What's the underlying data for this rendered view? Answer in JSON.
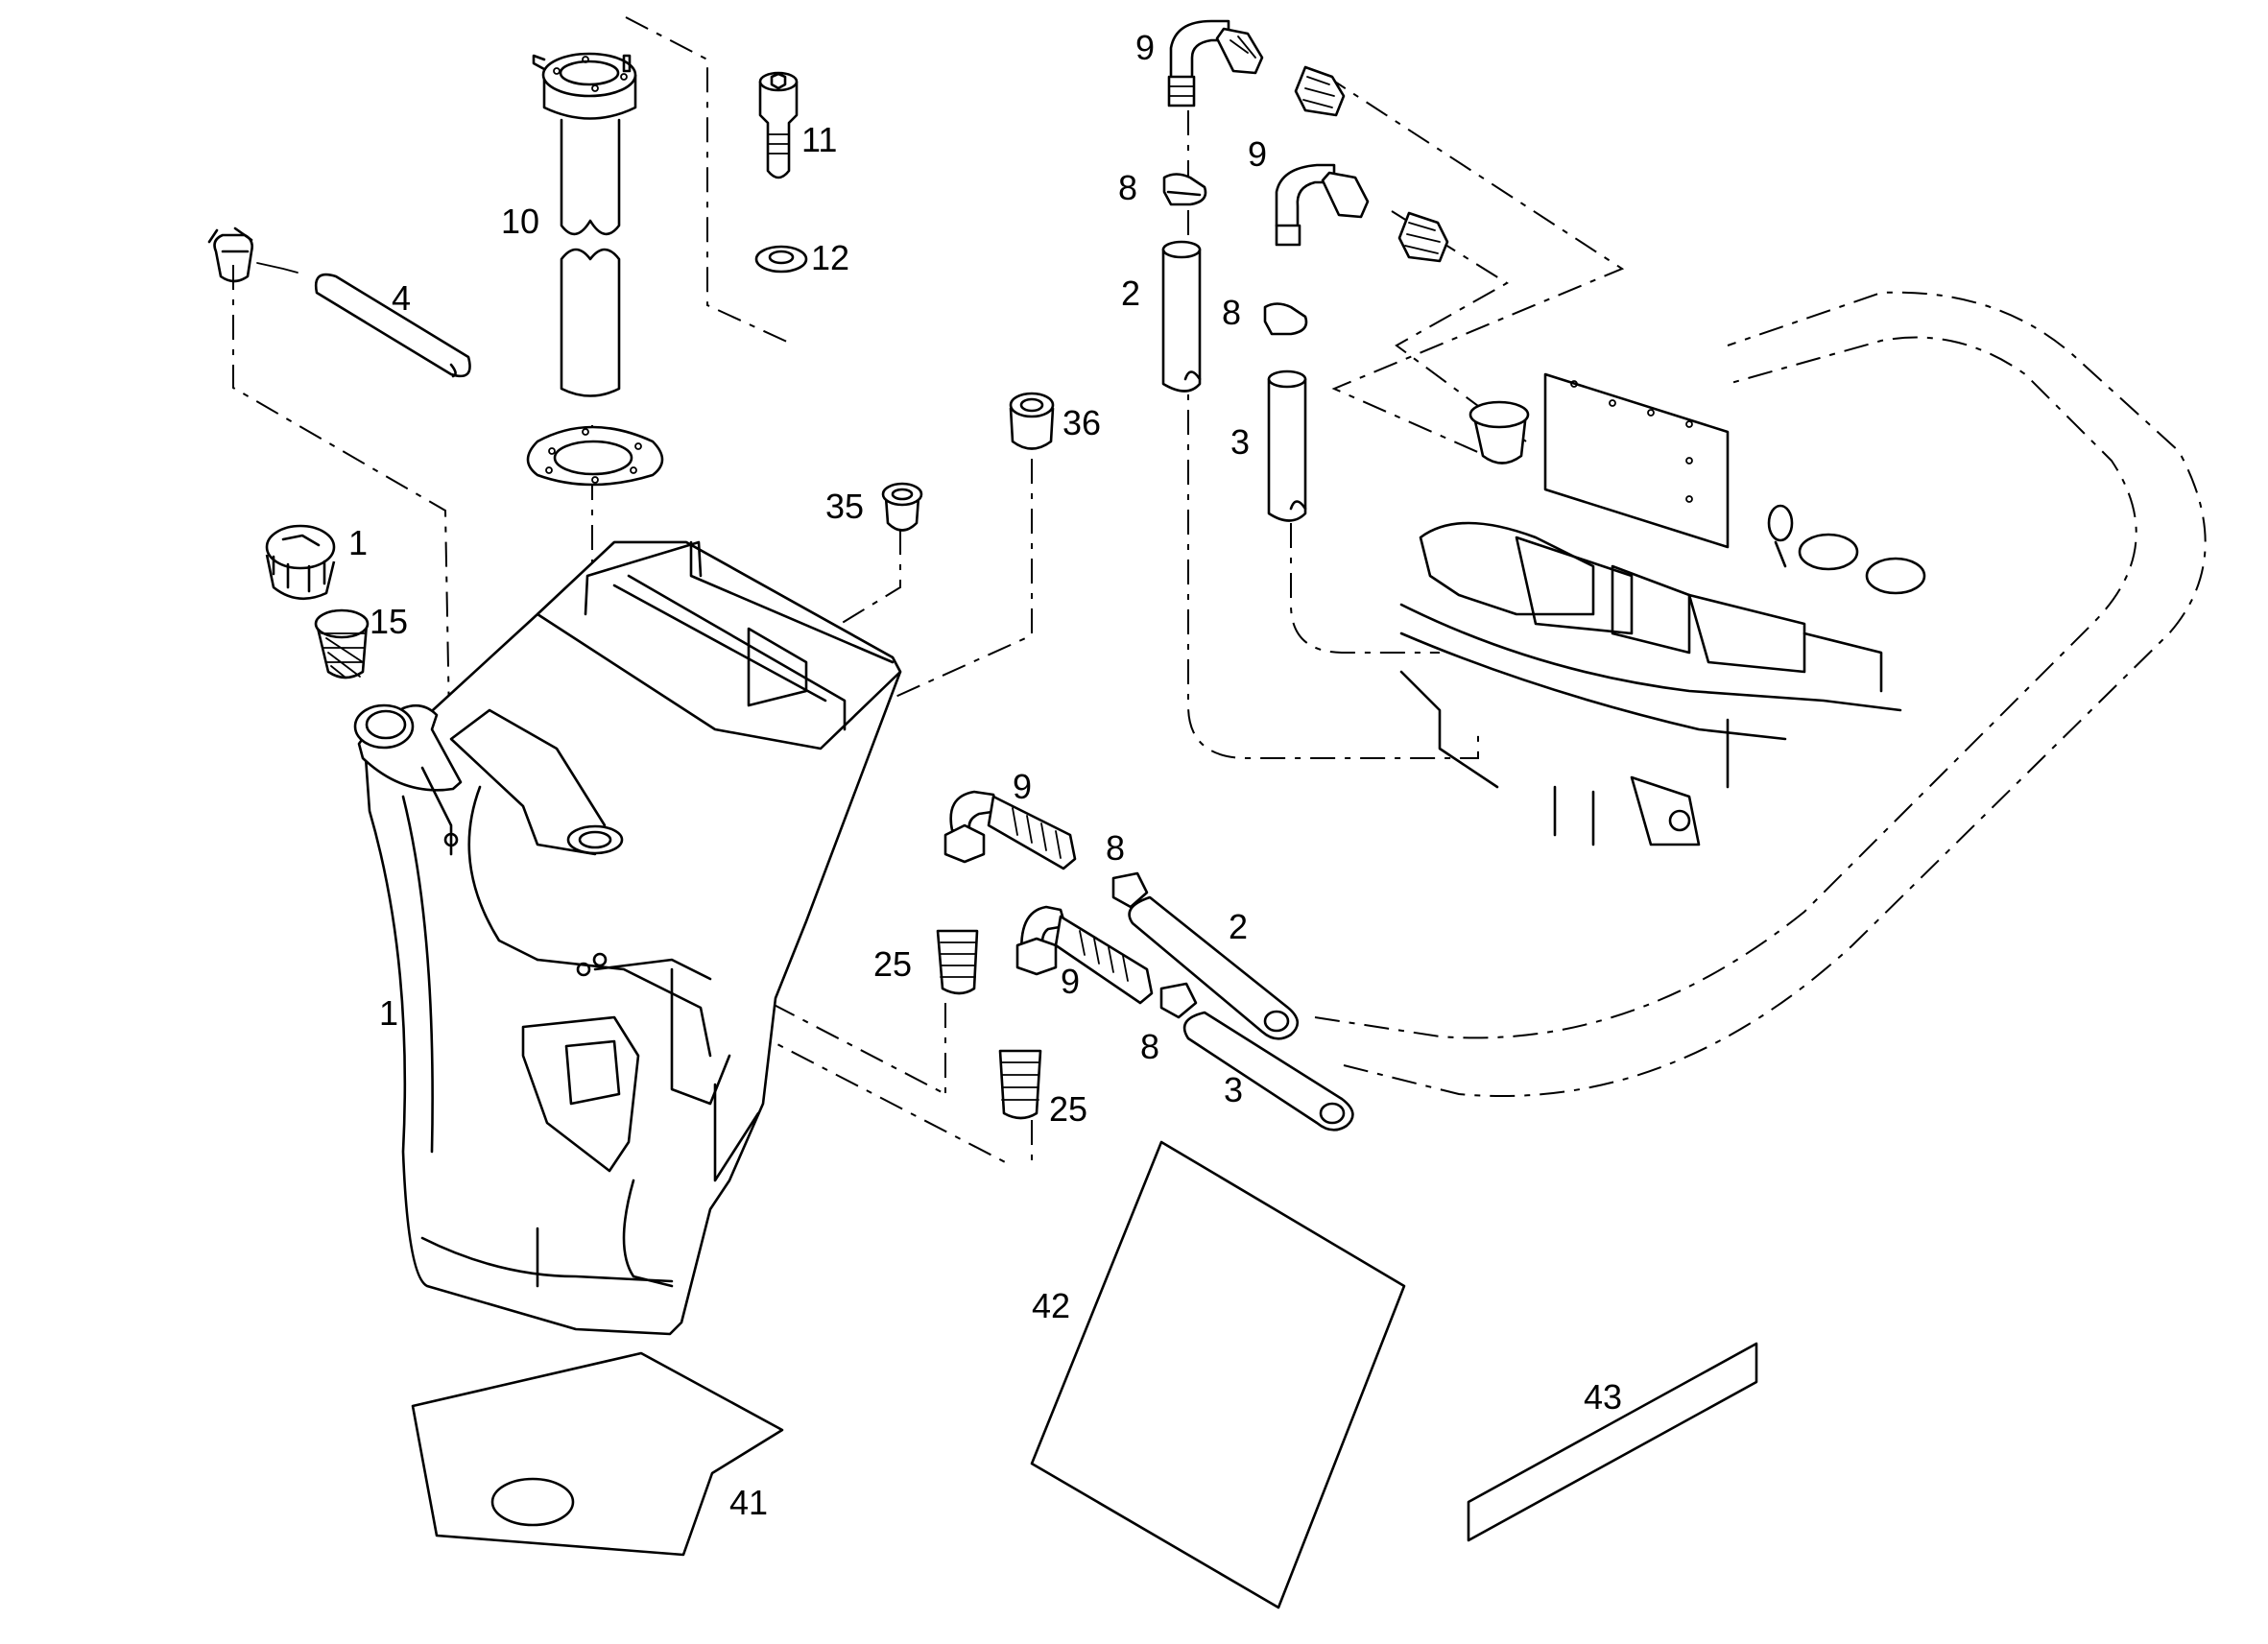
{
  "callouts": [
    {
      "id": "c1a",
      "text": "1"
    },
    {
      "id": "c1b",
      "text": "1"
    },
    {
      "id": "c2a",
      "text": "2"
    },
    {
      "id": "c2b",
      "text": "2"
    },
    {
      "id": "c3a",
      "text": "3"
    },
    {
      "id": "c3b",
      "text": "3"
    },
    {
      "id": "c4",
      "text": "4"
    },
    {
      "id": "c8a",
      "text": "8"
    },
    {
      "id": "c8b",
      "text": "8"
    },
    {
      "id": "c8c",
      "text": "8"
    },
    {
      "id": "c8d",
      "text": "8"
    },
    {
      "id": "c9a",
      "text": "9"
    },
    {
      "id": "c9b",
      "text": "9"
    },
    {
      "id": "c9c",
      "text": "9"
    },
    {
      "id": "c9d",
      "text": "9"
    },
    {
      "id": "c10",
      "text": "10"
    },
    {
      "id": "c11",
      "text": "11"
    },
    {
      "id": "c12",
      "text": "12"
    },
    {
      "id": "c15",
      "text": "15"
    },
    {
      "id": "c25a",
      "text": "25"
    },
    {
      "id": "c25b",
      "text": "25"
    },
    {
      "id": "c35",
      "text": "35"
    },
    {
      "id": "c36",
      "text": "36"
    },
    {
      "id": "c41",
      "text": "41"
    },
    {
      "id": "c42",
      "text": "42"
    },
    {
      "id": "c43",
      "text": "43"
    }
  ]
}
